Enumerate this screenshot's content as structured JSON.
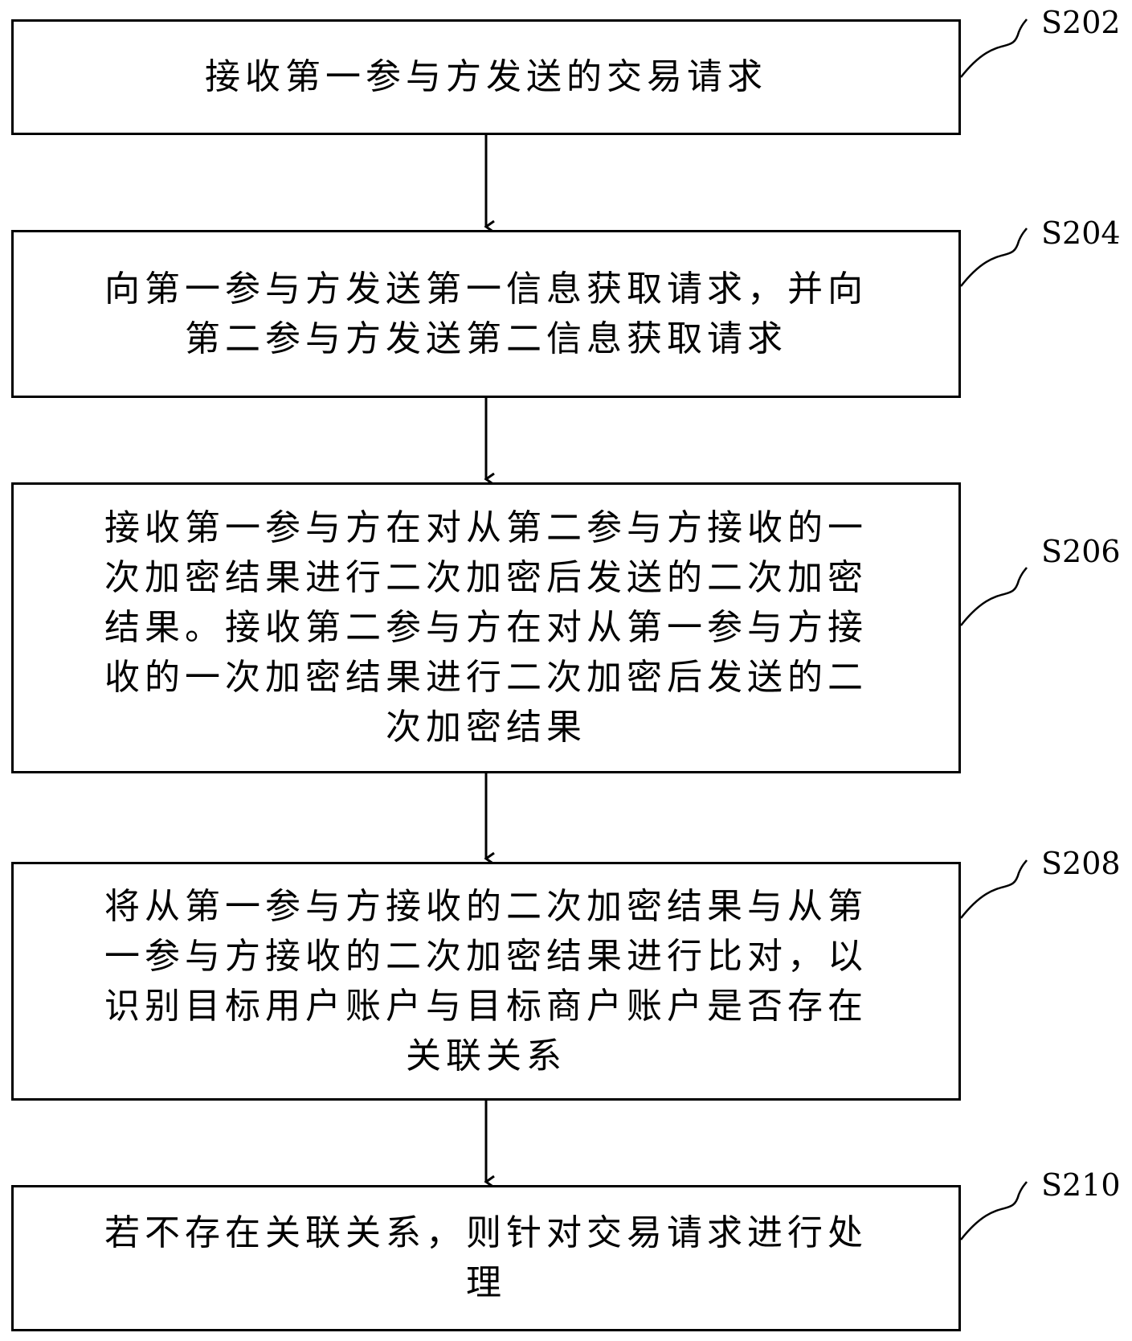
{
  "steps": [
    {
      "id": "S202",
      "label": "S202",
      "text": "接收第一参与方发送的交易请求"
    },
    {
      "id": "S204",
      "label": "S204",
      "text": "向第一参与方发送第一信息获取请求，并向\n第二参与方发送第二信息获取请求"
    },
    {
      "id": "S206",
      "label": "S206",
      "text": "接收第一参与方在对从第二参与方接收的一\n次加密结果进行二次加密后发送的二次加密\n结果。接收第二参与方在对从第一参与方接\n收的一次加密结果进行二次加密后发送的二\n次加密结果"
    },
    {
      "id": "S208",
      "label": "S208",
      "text": "将从第一参与方接收的二次加密结果与从第\n一参与方接收的二次加密结果进行比对，以\n识别目标用户账户与目标商户账户是否存在\n关联关系"
    },
    {
      "id": "S210",
      "label": "S210",
      "text": "若不存在关联关系，则针对交易请求进行处\n理"
    }
  ]
}
